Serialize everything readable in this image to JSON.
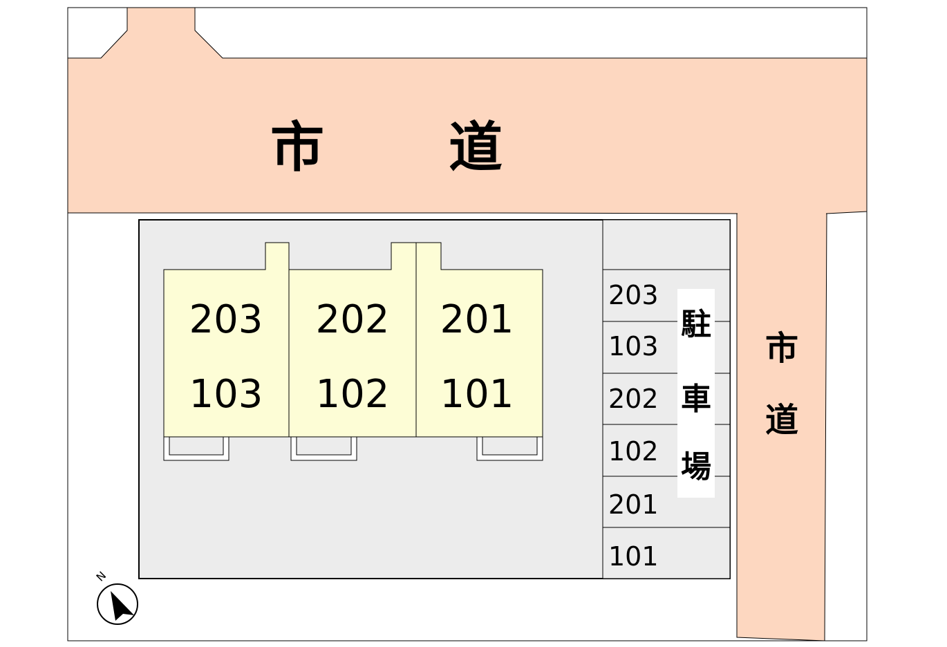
{
  "colors": {
    "road": "#fdd7c0",
    "lot": "#ececec",
    "building": "#fdfdd6",
    "outline": "#000000",
    "background": "#ffffff"
  },
  "roads": {
    "north_label_1": "市",
    "north_label_2": "道",
    "east_label_1": "市",
    "east_label_2": "道"
  },
  "building": {
    "units": [
      {
        "upper": "203",
        "lower": "103"
      },
      {
        "upper": "202",
        "lower": "102"
      },
      {
        "upper": "201",
        "lower": "101"
      }
    ]
  },
  "parking": {
    "title_chars": [
      "駐",
      "車",
      "場"
    ],
    "spots": [
      "203",
      "103",
      "202",
      "102",
      "201",
      "101"
    ]
  },
  "compass": {
    "icon": "north-arrow-icon",
    "label": "N"
  }
}
